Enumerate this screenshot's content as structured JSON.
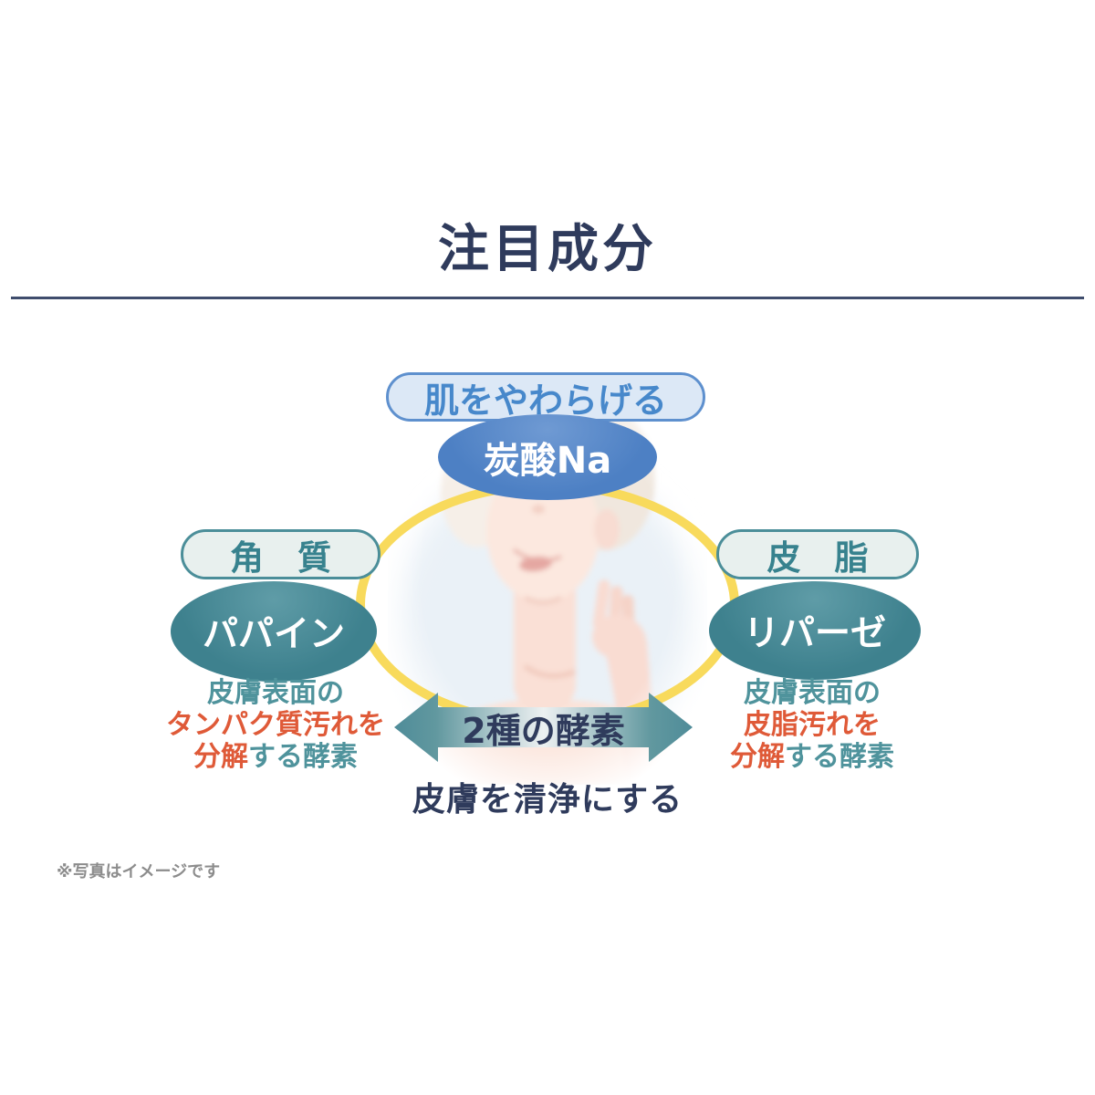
{
  "page": {
    "title": "注目成分",
    "photo_note": "※写真はイメージです"
  },
  "diagram": {
    "top": {
      "label": "肌をやわらげる",
      "ingredient": "炭酸Na"
    },
    "left": {
      "label": "角　質",
      "ingredient": "パパイン",
      "desc": {
        "line1": "皮膚表面の",
        "line2": "タンパク質汚れを",
        "line3_highlight": "分解",
        "line3_rest": "する酵素"
      }
    },
    "right": {
      "label": "皮　脂",
      "ingredient": "リパーゼ",
      "desc": {
        "line1": "皮膚表面の",
        "line2": "皮脂汚れを",
        "line3_highlight": "分解",
        "line3_rest": "する酵素"
      }
    },
    "center": {
      "arrow_label": "2種の酵素",
      "caption": "皮膚を清浄にする"
    }
  },
  "colors": {
    "navy": "#2f3b5c",
    "divider": "#3f4d6d",
    "blue": "#4d80c4",
    "blue_hi": "#6f9ad3",
    "blue_light": "#dce8f6",
    "blue_border": "#5e90ce",
    "blue_text": "#4788cb",
    "teal": "#3e818e",
    "teal_hi": "#5f9ca7",
    "teal_light": "#e8f0ee",
    "teal_border": "#4b8e99",
    "teal_text": "#37828e",
    "desc_teal": "#4f939c",
    "red": "#df5a38",
    "yellow": "#f8da5c",
    "arrow_teal": "#4f8c99",
    "arrow_light": "#ecf1f1",
    "gray": "#8c8c8c"
  }
}
